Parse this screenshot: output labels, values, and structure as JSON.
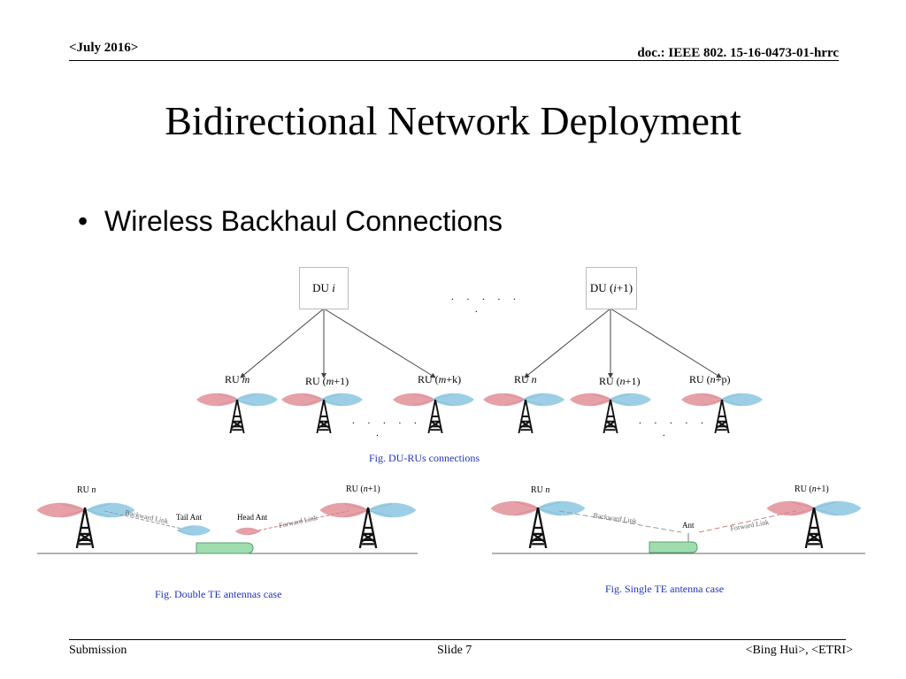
{
  "header": {
    "date": "<July 2016>",
    "doc": "doc.: IEEE 802. 15-16-0473-01-hrrc"
  },
  "slide": {
    "title": "Bidirectional Network Deployment",
    "bullet": "Wireless Backhaul Connections"
  },
  "diagram_top": {
    "du_left": {
      "name": "DU",
      "index": "i"
    },
    "du_right": {
      "name": "DU (",
      "index": "i",
      "suffix": "+1)"
    },
    "du_dots": ". . . . .",
    "du_dots2": ".",
    "ru_labels": [
      {
        "pre": "RU ",
        "var": "m",
        "post": ""
      },
      {
        "pre": "RU (",
        "var": "m",
        "post": "+1)"
      },
      {
        "pre": "RU (",
        "var": "m",
        "post": "+k)"
      },
      {
        "pre": "RU ",
        "var": "n",
        "post": ""
      },
      {
        "pre": "RU (",
        "var": "n",
        "post": "+1)"
      },
      {
        "pre": "RU (",
        "var": "n",
        "post": "+p)"
      }
    ],
    "ru_dots": ". . . . .",
    "ru_dots2": ".",
    "caption": "Fig. DU-RUs connections"
  },
  "diagram_double": {
    "ru_left": {
      "pre": "RU ",
      "var": "n",
      "post": ""
    },
    "ru_right": {
      "pre": "RU (",
      "var": "n",
      "post": "+1)"
    },
    "tail_ant": "Tail Ant",
    "head_ant": "Head Ant",
    "backward_link": "Backward Link",
    "forward_link": "Forward Link",
    "caption": "Fig. Double TE antennas case"
  },
  "diagram_single": {
    "ru_left": {
      "pre": "RU ",
      "var": "n",
      "post": ""
    },
    "ru_right": {
      "pre": "RU (",
      "var": "n",
      "post": "+1)"
    },
    "ant": "Ant",
    "backward_link": "Backward Link",
    "forward_link": "Forward Link",
    "caption": "Fig. Single TE antenna case"
  },
  "footer": {
    "left": "Submission",
    "center": "Slide 7",
    "right": "<Bing Hui>, <ETRI>"
  },
  "colors": {
    "caption_blue": "#2233bb",
    "beam_red": "#e6a0a8",
    "beam_blue": "#9ccfe6",
    "train_green": "#9fdcae"
  }
}
